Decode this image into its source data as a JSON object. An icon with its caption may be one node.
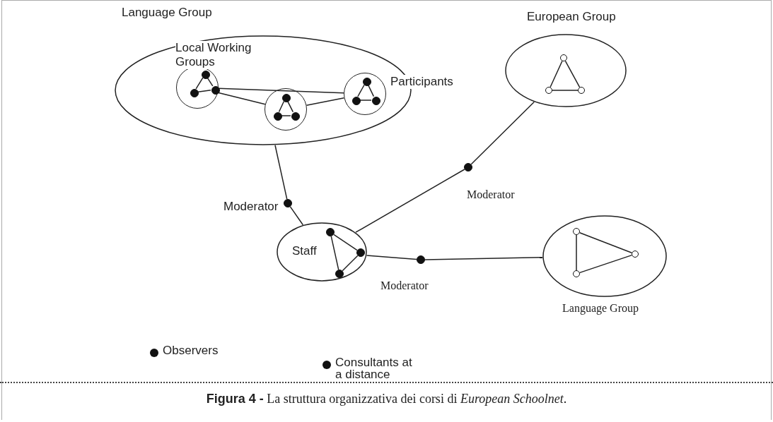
{
  "diagram": {
    "caption": "**Figura 4 -** La struttura organizzativa dei corsi di *European Schoolnet*.",
    "nodes": [
      {
        "text": [
          "Language Group"
        ]
      },
      {
        "text": [],
        "shape": "circle",
        "in": 0
      },
      {
        "text": [],
        "shape": "circle",
        "in": 1
      },
      {
        "text": [],
        "shape": "circle",
        "in": 1
      },
      {
        "text": [],
        "shape": "circle",
        "in": 1
      },
      {
        "text": [],
        "shape": "circle",
        "in": 0
      },
      {
        "text": [],
        "shape": "circle",
        "in": 5
      },
      {
        "text": [],
        "shape": "circle",
        "in": 5
      },
      {
        "text": [],
        "shape": "circle",
        "in": 5
      },
      {
        "text": [],
        "shape": "circle",
        "in": 0
      },
      {
        "text": [],
        "shape": "circle",
        "in": 9
      },
      {
        "text": [],
        "shape": "circle",
        "in": 9
      },
      {
        "text": [],
        "shape": "circle",
        "in": 9
      },
      {
        "text": [
          "European Group"
        ]
      },
      {
        "text": [],
        "shape": "circle",
        "in": 13
      },
      {
        "text": [],
        "shape": "circle",
        "in": 13
      },
      {
        "text": [],
        "shape": "circle",
        "in": 13
      },
      {
        "text": [
          "Staff"
        ]
      },
      {
        "text": [],
        "shape": "circle",
        "in": 17
      },
      {
        "text": [],
        "shape": "circle",
        "in": 17
      },
      {
        "text": [],
        "shape": "circle",
        "in": 17
      },
      {
        "text": [
          "Language Group"
        ]
      },
      {
        "text": [],
        "shape": "circle",
        "in": 21
      },
      {
        "text": [],
        "shape": "circle",
        "in": 21
      },
      {
        "text": [],
        "shape": "circle",
        "in": 21
      },
      {
        "text": [],
        "shape": "circle",
        "beside": [
          "Moderator"
        ]
      },
      {
        "text": [],
        "shape": "circle",
        "beside": [
          "Moderator"
        ]
      },
      {
        "text": [],
        "shape": "circle",
        "beside": [
          "Moderator"
        ]
      }
    ],
    "edges": [
      {
        "from": 2,
        "to": 3,
        "arrow": "none"
      },
      {
        "from": 3,
        "to": 4,
        "arrow": "none"
      },
      {
        "from": 4,
        "to": 2,
        "arrow": "none"
      },
      {
        "from": 6,
        "to": 7,
        "arrow": "none"
      },
      {
        "from": 7,
        "to": 8,
        "arrow": "none"
      },
      {
        "from": 8,
        "to": 6,
        "arrow": "none"
      },
      {
        "from": 10,
        "to": 11,
        "arrow": "none"
      },
      {
        "from": 11,
        "to": 12,
        "arrow": "none"
      },
      {
        "from": 12,
        "to": 10,
        "arrow": "none"
      },
      {
        "from": 1,
        "to": 9,
        "arrow": "none"
      },
      {
        "from": 1,
        "to": 5,
        "arrow": "none"
      },
      {
        "from": 5,
        "to": 9,
        "arrow": "none"
      },
      {
        "from": 14,
        "to": 15,
        "arrow": "none"
      },
      {
        "from": 15,
        "to": 16,
        "arrow": "none"
      },
      {
        "from": 16,
        "to": 14,
        "arrow": "none"
      },
      {
        "from": 18,
        "to": 19,
        "arrow": "none"
      },
      {
        "from": 19,
        "to": 20,
        "arrow": "none"
      },
      {
        "from": 20,
        "to": 18,
        "arrow": "none"
      },
      {
        "from": 22,
        "to": 23,
        "arrow": "none"
      },
      {
        "from": 23,
        "to": 24,
        "arrow": "none"
      },
      {
        "from": 24,
        "to": 22,
        "arrow": "none"
      },
      {
        "from": 0,
        "to": 25,
        "arrow": "none"
      },
      {
        "from": 25,
        "to": 17,
        "arrow": "none"
      },
      {
        "from": 17,
        "to": 26,
        "arrow": "none"
      },
      {
        "from": 26,
        "to": 13,
        "arrow": "none"
      },
      {
        "from": 17,
        "to": 27,
        "arrow": "none"
      },
      {
        "from": 27,
        "to": 21,
        "arrow": "none"
      }
    ],
    "labels": [
      "Local Working Groups",
      "Participants"
    ],
    "legend": [
      {
        "text": "Observers"
      },
      {
        "text": "Consultants at a distance"
      }
    ]
  }
}
